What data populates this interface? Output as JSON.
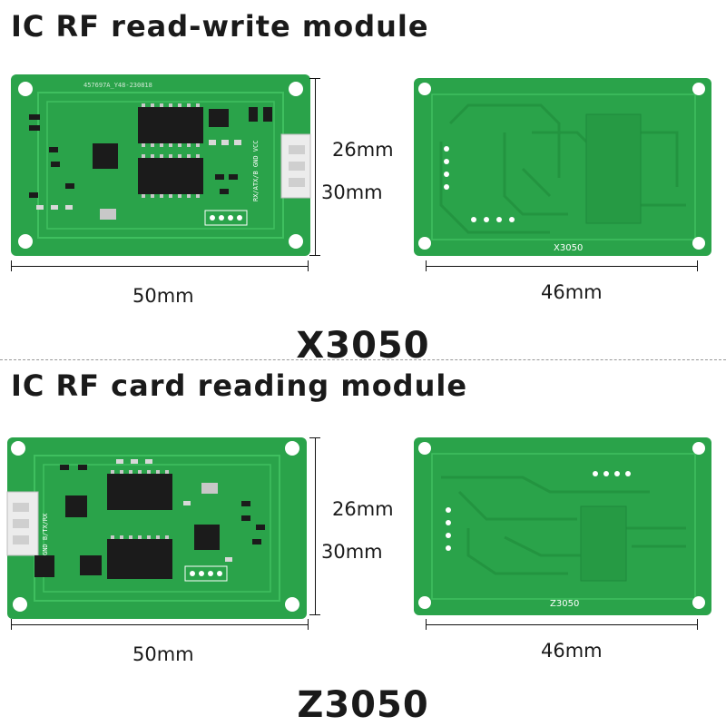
{
  "sections": [
    {
      "title": "IC RF read-write module",
      "model": "X3050",
      "front": {
        "silk_top": "457697A_Y48-230818",
        "pins_label": "RX/ATX/B GND VCC"
      },
      "back": {
        "label": "X3050"
      },
      "dims": {
        "height_a": "26mm",
        "height_b": "30mm",
        "width_front": "50mm",
        "width_back": "46mm"
      }
    },
    {
      "title": "IC RF card reading module",
      "model": "Z3050",
      "front": {
        "pins_label": "GND B/TX/RX"
      },
      "back": {
        "label": "Z3050"
      },
      "dims": {
        "height_a": "26mm",
        "height_b": "30mm",
        "width_front": "50mm",
        "width_back": "46mm"
      }
    }
  ],
  "colors": {
    "pcb": "#2aa34a",
    "pcb_dark": "#1e8a3c",
    "trace": "#3fbf5f",
    "chip": "#1b1b1b",
    "pad": "#d8d8d8"
  }
}
